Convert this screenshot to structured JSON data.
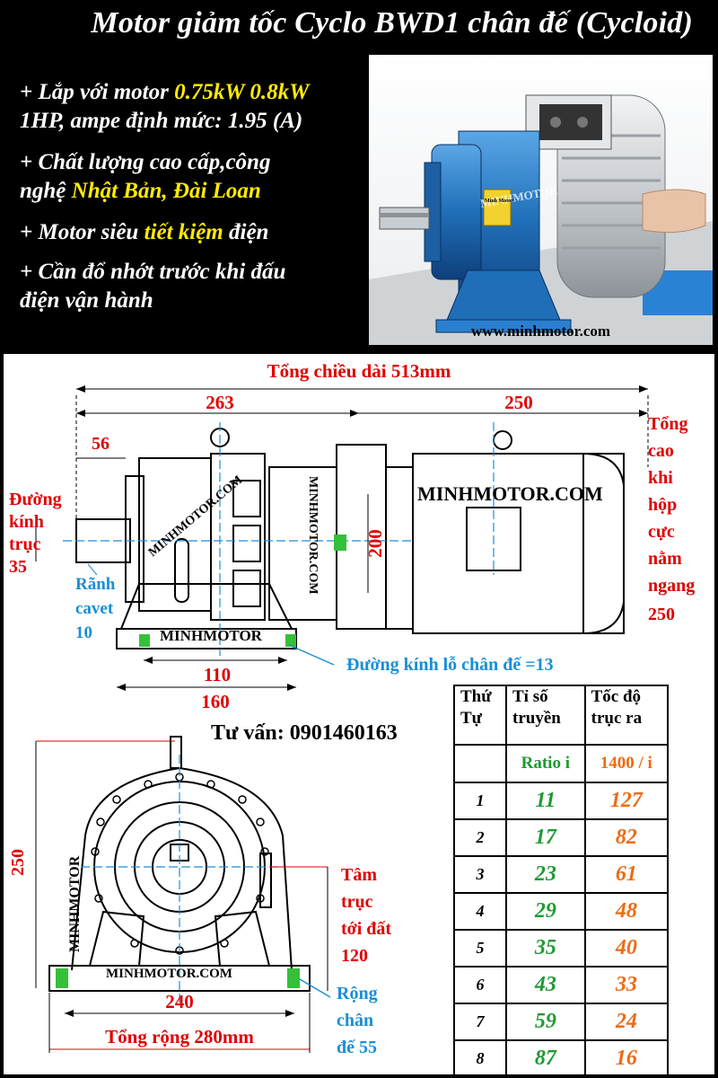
{
  "header": {
    "title": "Motor giảm tốc Cyclo BWD1 chân đế (Cycloid)"
  },
  "features": [
    {
      "line1_pre": "+ Lắp với motor ",
      "line1_hl": "0.75kW 0.8kW",
      "line2": "1HP, ampe định mức: 1.95 (A)"
    },
    {
      "line1": "+ Chất lượng cao cấp,công",
      "line2_pre": "nghệ ",
      "line2_hl": "Nhật Bản, Đài Loan"
    },
    {
      "line1_pre": "+ Motor siêu ",
      "line1_hl": "tiết kiệm",
      "line1_post": " điện"
    },
    {
      "line1": "+ Cần đổ nhớt trước khi đấu",
      "line2": "điện vận hành"
    }
  ],
  "photo": {
    "url": "www.minhmotor.com",
    "plate": "Minh Motor",
    "watermark": "MINHMOTOR"
  },
  "drawing_side": {
    "total_length": "Tổng chiều dài 513mm",
    "dim_263": "263",
    "dim_250_top": "250",
    "dim_56": "56",
    "shaft_label": [
      "Đường",
      "kính",
      "trục",
      "35"
    ],
    "keyway_label": [
      "Rãnh",
      "cavet",
      "10"
    ],
    "dim_200": "200",
    "height_label": [
      "Tổng",
      "cao",
      "khi",
      "hộp",
      "cực",
      "nằm",
      "ngang",
      "250"
    ],
    "dim_110": "110",
    "dim_160": "160",
    "foot_hole": "Đường kính lỗ chân đế =13",
    "wm_big": "MINHMOTOR.COM",
    "wm_small1": "MINHMOTOR.COM",
    "wm_vertical": "MINHMOTOR.COM",
    "wm_base": "MINHMOTOR"
  },
  "consult": "Tư vấn: 0901460163",
  "drawing_front": {
    "dim_250": "250",
    "center_label": [
      "Tâm",
      "trục",
      "tới đất",
      "120"
    ],
    "dim_240": "240",
    "total_width": "Tổng rộng 280mm",
    "foot_width": [
      "Rộng",
      "chân",
      "đế 55"
    ],
    "wm_vertical": "MINHMOTOR",
    "wm_base": "MINHMOTOR.COM"
  },
  "table": {
    "headers": [
      [
        "Thứ",
        "Tự"
      ],
      [
        "Tỉ số",
        "truyền"
      ],
      [
        "Tốc độ",
        "trục ra"
      ]
    ],
    "subheaders": [
      "",
      "Ratio i",
      "1400 / i"
    ],
    "rows": [
      [
        "1",
        "11",
        "127"
      ],
      [
        "2",
        "17",
        "82"
      ],
      [
        "3",
        "23",
        "61"
      ],
      [
        "4",
        "29",
        "48"
      ],
      [
        "5",
        "35",
        "40"
      ],
      [
        "6",
        "43",
        "33"
      ],
      [
        "7",
        "59",
        "24"
      ],
      [
        "8",
        "87",
        "16"
      ]
    ]
  },
  "colors": {
    "red": "#e00000",
    "blue": "#1a8fd6",
    "green": "#1f9a33",
    "orange": "#ee6a12",
    "yellow": "#ffeb00"
  }
}
